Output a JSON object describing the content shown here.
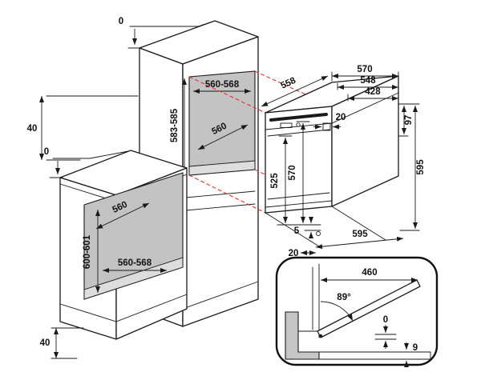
{
  "diagram": {
    "colors": {
      "line": "#1a1a1a",
      "niche": "#c3c3c3",
      "niche_floor": "#dddddd",
      "projection": "#e03232",
      "detail_gray": "#c6c6c6"
    },
    "tall_cabinet": {
      "top_clearance": "0",
      "rear_clearance": "40",
      "niche_width": "560-568",
      "niche_height": "583-585",
      "niche_depth": "560"
    },
    "base_cabinet": {
      "top_clearance": "0",
      "bottom_clearance": "40",
      "niche_width": "560-568",
      "niche_height": "600-601",
      "niche_depth": "560"
    },
    "oven": {
      "depth_total": "570",
      "depth_body": "548",
      "depth_recess": "428",
      "width_back": "558",
      "panel_offset": "20",
      "panel_height": "97",
      "height_total": "595",
      "front_height": "570",
      "door_height": "525",
      "leveling_gap": "5",
      "width_total": "595",
      "bottom_clearance": "20"
    },
    "door_detail": {
      "open_depth": "460",
      "opening_angle": "89°",
      "top_gap": "0",
      "board_thickness": "9"
    }
  }
}
